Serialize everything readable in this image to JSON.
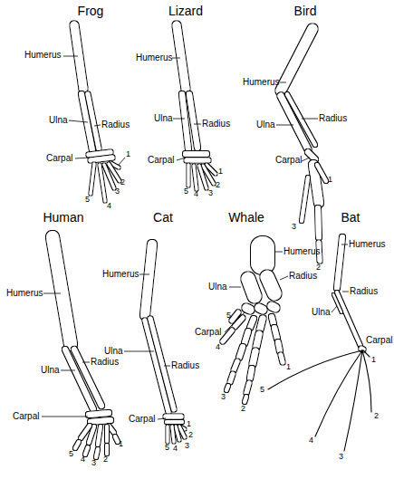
{
  "diagram": {
    "labels": [
      "Frog",
      "Humerus",
      "Ulna",
      "Radius",
      "Carpal",
      "1",
      "2",
      "3",
      "5",
      "4",
      "Lizard",
      "Humerus",
      "Ulna",
      "Radius",
      "Carpal",
      "1",
      "2",
      "3",
      "5",
      "4",
      "Bird",
      "Humerus",
      "Ulna",
      "Radius",
      "Carpal",
      "1",
      "3",
      "2",
      "Human",
      "Humerus",
      "Ulna",
      "Radius",
      "Carpal",
      "1",
      "5",
      "4",
      "3",
      "2",
      "Cat",
      "Humerus",
      "Ulna",
      "Radius",
      "Carpal",
      "1",
      "2",
      "3",
      "5",
      "4",
      "Whale",
      "Humerus",
      "Radius",
      "Ulna",
      "5",
      "Carpal",
      "4",
      "1",
      "3",
      "2",
      "Bat",
      "Humerus",
      "Radius",
      "Ulna",
      "Carpal",
      "1",
      "5",
      "2",
      "4",
      "3"
    ]
  }
}
